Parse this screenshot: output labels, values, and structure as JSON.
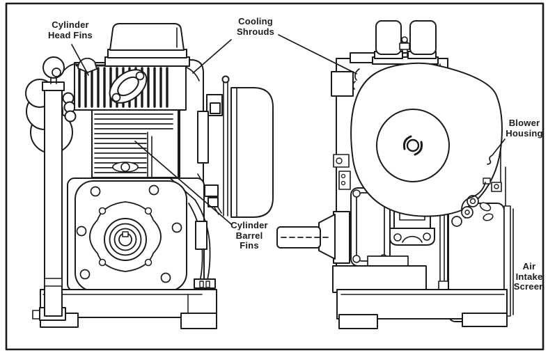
{
  "figure": {
    "colors": {
      "background": "#ffffff",
      "line": "#1b1b1b",
      "label_text": "#1b1b1b"
    }
  },
  "labels": {
    "cylinder_head_fins": {
      "lines": [
        "Cylinder",
        "Head Fins"
      ]
    },
    "cooling_shrouds": {
      "lines": [
        "Cooling",
        "Shrouds"
      ]
    },
    "blower_housing": {
      "lines": [
        "Blower",
        "Housing"
      ]
    },
    "cylinder_barrel_fins": {
      "lines": [
        "Cylinder",
        "Barrel",
        "Fins"
      ]
    },
    "air_intake_screen": {
      "lines": [
        "Air",
        "Intake",
        "Screen"
      ]
    }
  }
}
